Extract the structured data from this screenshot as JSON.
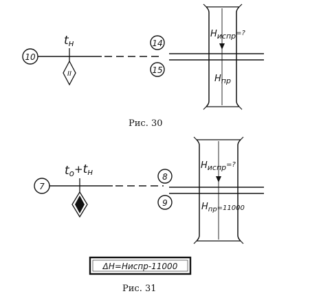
{
  "figure_30": {
    "caption": "Рис. 30",
    "left_node": "10",
    "top_node": "14",
    "bottom_node": "15",
    "time_label": "t",
    "time_sub": "н",
    "marker_label": "II",
    "h_ispr_main": "H",
    "h_ispr_sub": "испр",
    "h_ispr_value": "=?",
    "h_pr_main": "H",
    "h_pr_sub": "пр"
  },
  "figure_31": {
    "caption": "Рис. 31",
    "left_node": "7",
    "top_node": "8",
    "bottom_node": "9",
    "time_label": "t",
    "time_sub": "о",
    "time_plus": "+",
    "time_label2": "t",
    "time_sub2": "н",
    "h_ispr_main": "H",
    "h_ispr_sub": "испр",
    "h_ispr_value": "=?",
    "h_pr_main": "H",
    "h_pr_sub": "пр",
    "h_pr_value": "=11000",
    "formula": "ΔH=Hиспр-11000"
  }
}
